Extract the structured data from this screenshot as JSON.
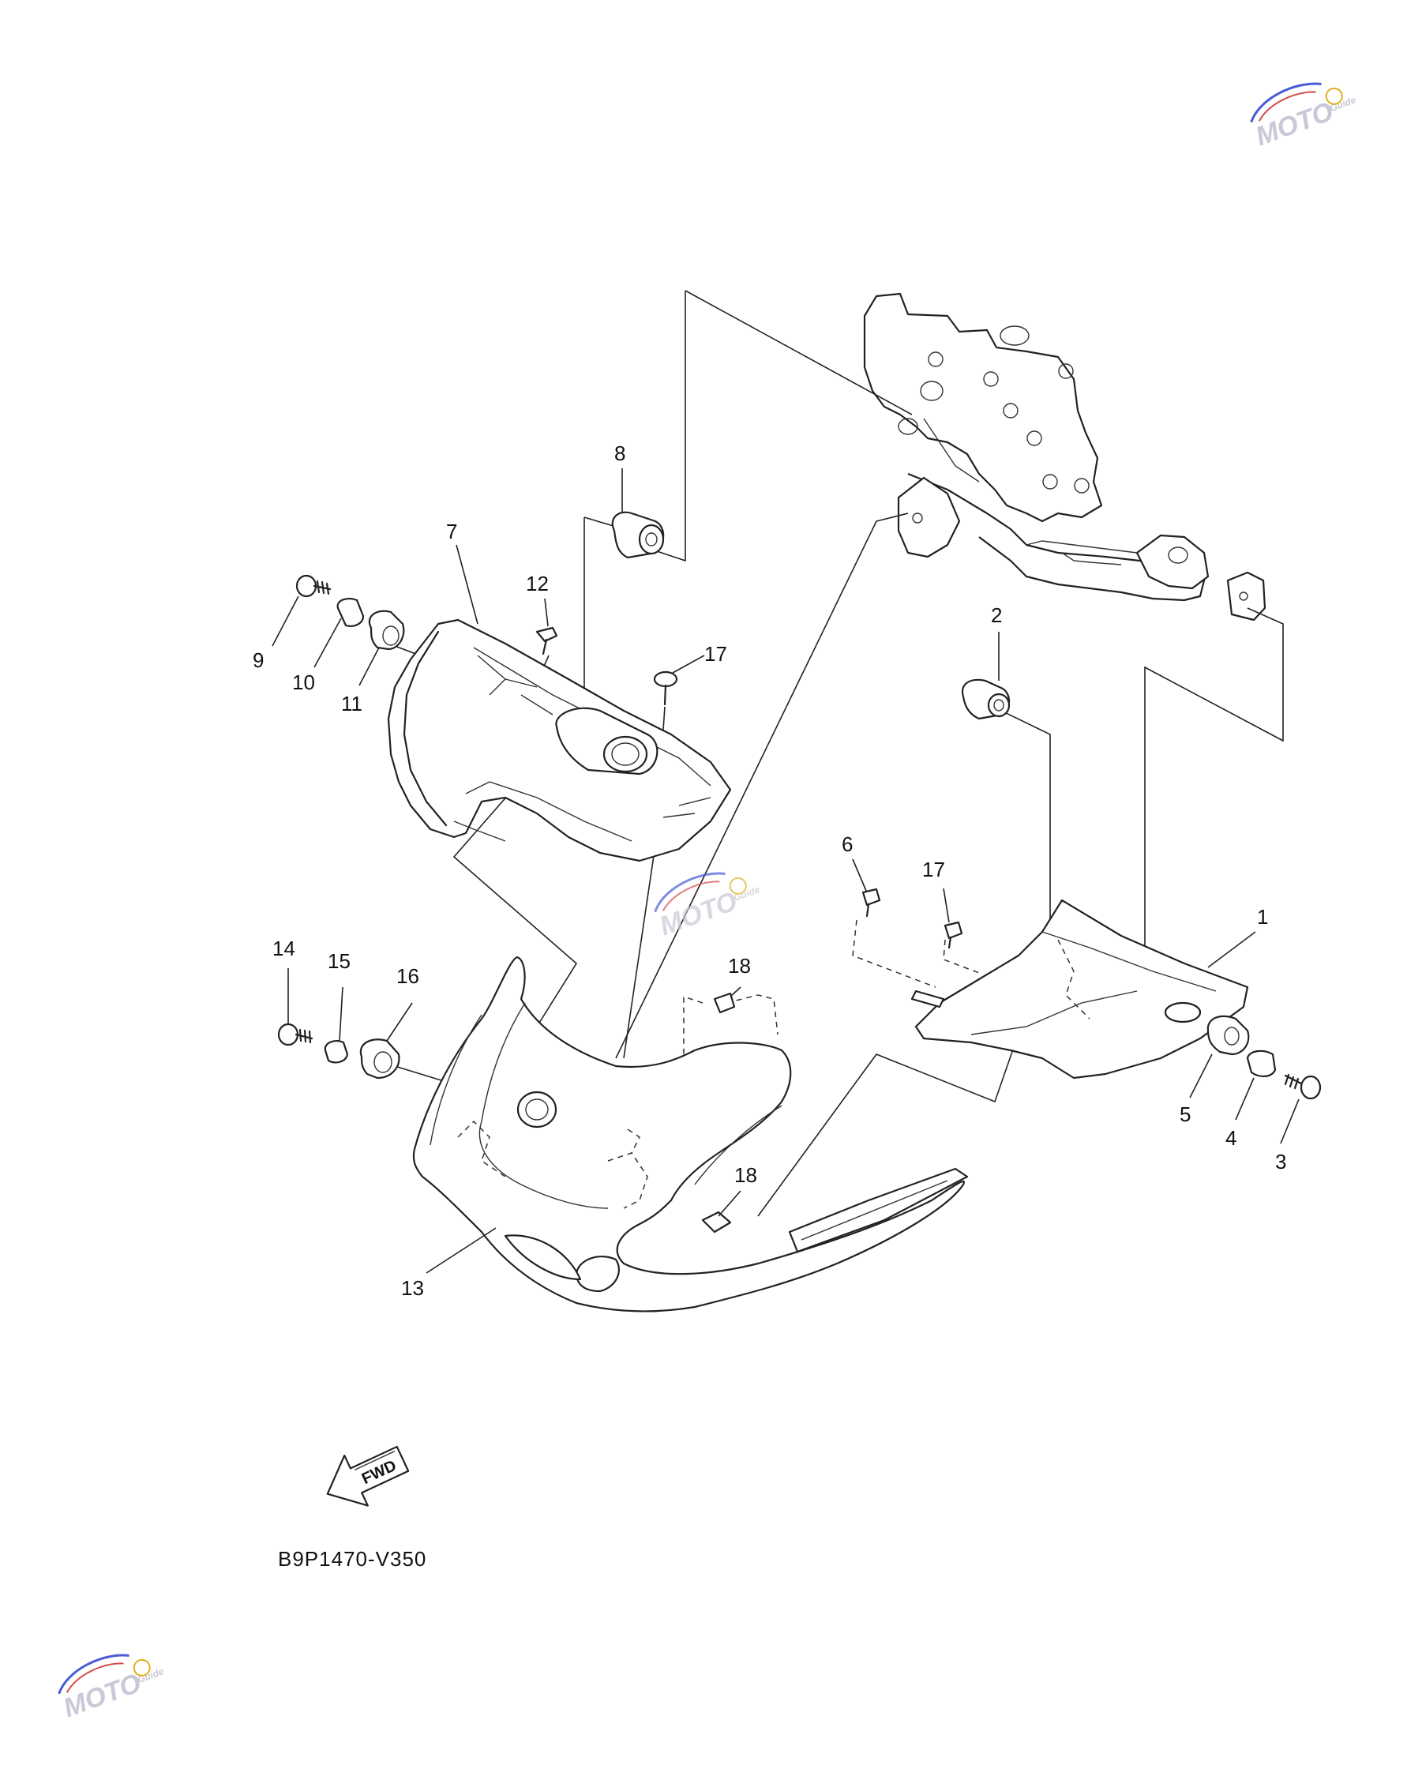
{
  "diagram": {
    "callouts": [
      {
        "id": "c1",
        "label": "1"
      },
      {
        "id": "c2",
        "label": "2"
      },
      {
        "id": "c3",
        "label": "3"
      },
      {
        "id": "c4",
        "label": "4"
      },
      {
        "id": "c5",
        "label": "5"
      },
      {
        "id": "c6",
        "label": "6"
      },
      {
        "id": "c7",
        "label": "7"
      },
      {
        "id": "c8",
        "label": "8"
      },
      {
        "id": "c9",
        "label": "9"
      },
      {
        "id": "c10",
        "label": "10"
      },
      {
        "id": "c11",
        "label": "11"
      },
      {
        "id": "c12",
        "label": "12"
      },
      {
        "id": "c13",
        "label": "13"
      },
      {
        "id": "c14",
        "label": "14"
      },
      {
        "id": "c15",
        "label": "15"
      },
      {
        "id": "c16",
        "label": "16"
      },
      {
        "id": "c17a",
        "label": "17"
      },
      {
        "id": "c17b",
        "label": "17"
      },
      {
        "id": "c18a",
        "label": "18"
      },
      {
        "id": "c18b",
        "label": "18"
      }
    ],
    "fwd_label": "FWD",
    "diagram_code": "B9P1470-V350"
  },
  "watermark": {
    "brand": "MOTO",
    "sub": "Guide",
    "colors": {
      "car": "#4a5bd6",
      "accent": "#d44a4a",
      "text": "#c8c8d8"
    }
  }
}
